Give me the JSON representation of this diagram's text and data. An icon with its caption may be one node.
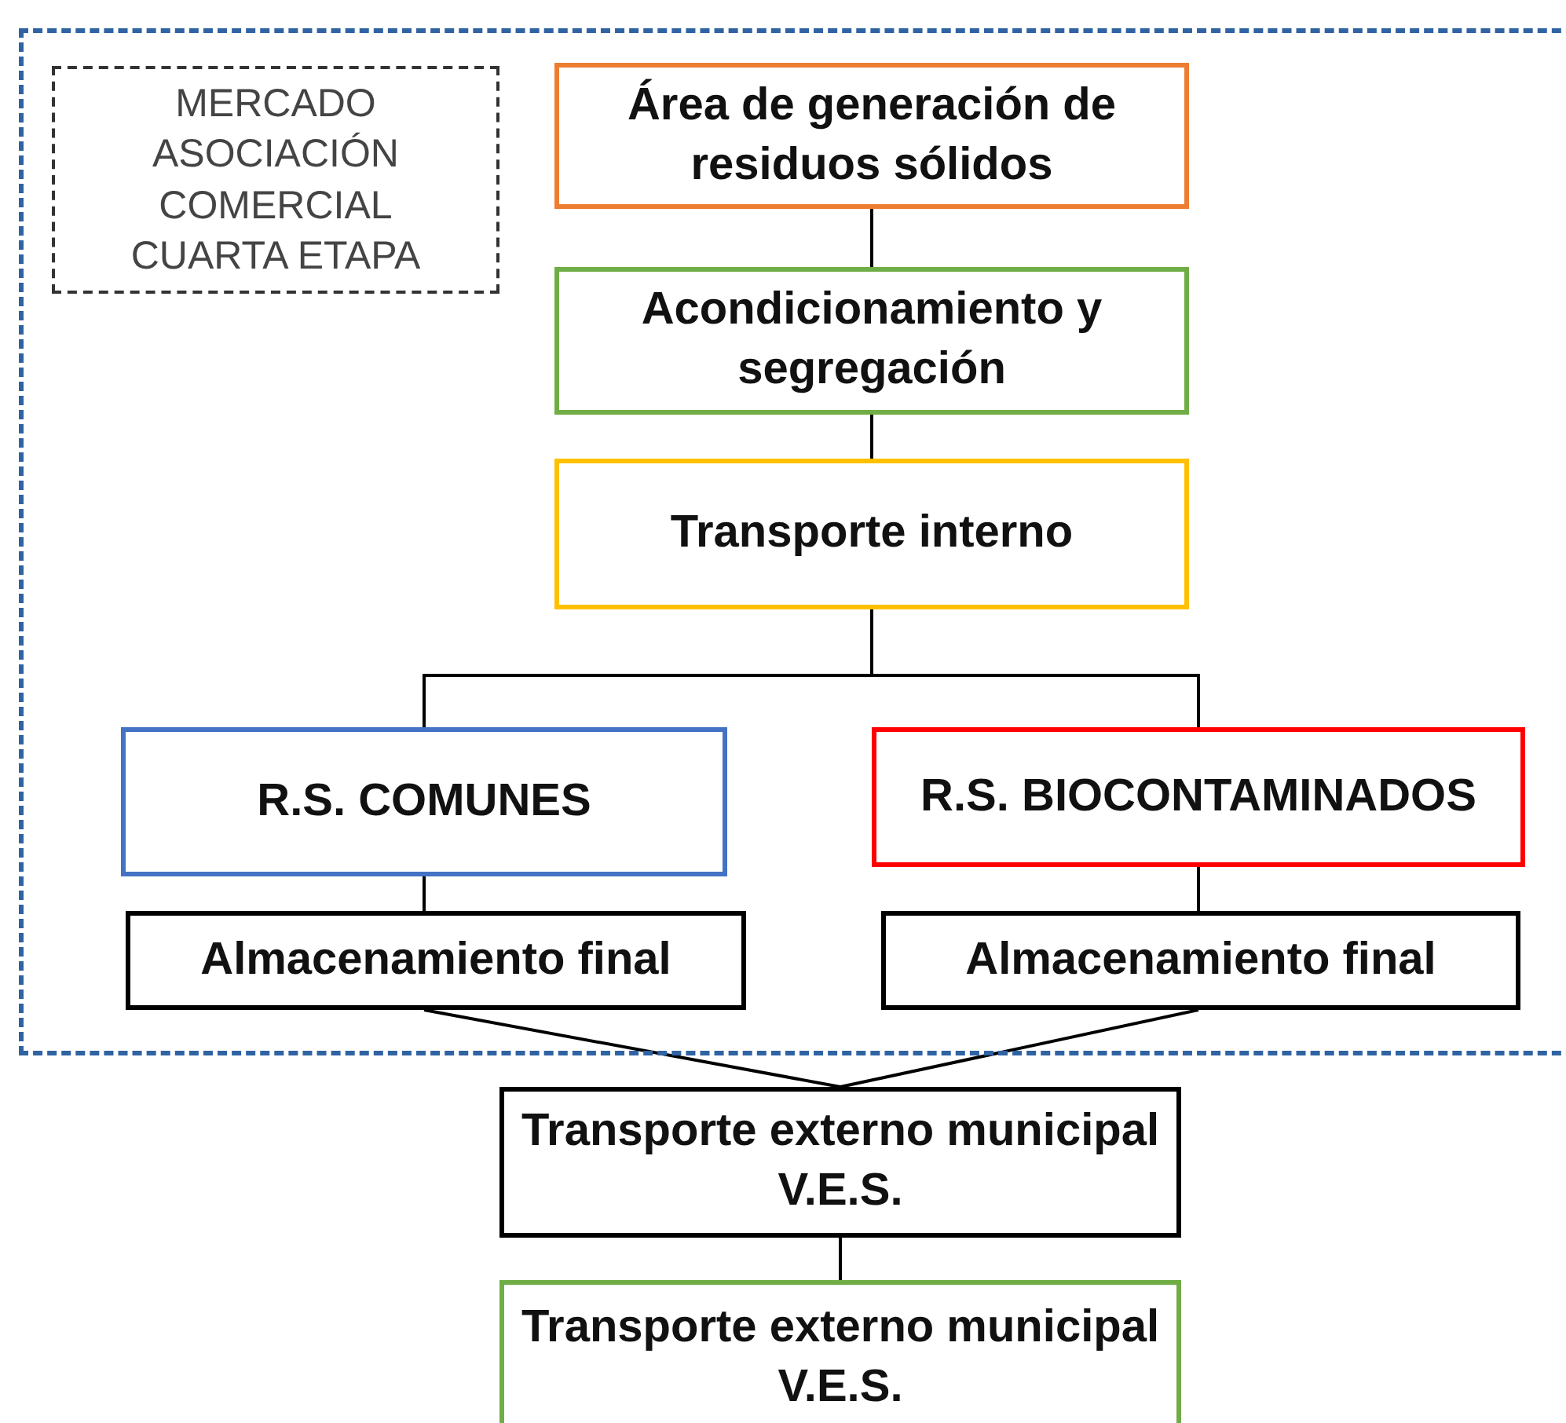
{
  "diagram": {
    "nodes": [
      {
        "text": [],
        "shape": "box"
      },
      {
        "text": [
          "MERCADO ASOCIACIÓN COMERCIAL CUARTA ETAPA"
        ],
        "in": 0
      },
      {
        "text": [
          "Área de generación de residuos sólidos"
        ],
        "in": 0
      },
      {
        "text": [
          "Acondicionamiento y segregación"
        ],
        "in": 0
      },
      {
        "text": [
          "Transporte interno"
        ],
        "in": 0
      },
      {
        "text": [
          "R.S. COMUNES"
        ],
        "in": 0
      },
      {
        "text": [
          "R.S. BIOCONTAMINADOS"
        ],
        "in": 0
      },
      {
        "text": [
          "Almacenamiento final"
        ],
        "in": 0
      },
      {
        "text": [
          "Almacenamiento final"
        ],
        "in": 0
      },
      {
        "text": [
          "Transporte externo municipal V.E.S."
        ]
      },
      {
        "text": [
          "Transporte externo municipal V.E.S."
        ]
      }
    ],
    "edges": [
      {
        "from": 2,
        "to": 3,
        "arrow": "none"
      },
      {
        "from": 3,
        "to": 4,
        "arrow": "none"
      },
      {
        "from": 4,
        "to": 5,
        "arrow": "none"
      },
      {
        "from": 4,
        "to": 6,
        "arrow": "none"
      },
      {
        "from": 5,
        "to": 7,
        "arrow": "none"
      },
      {
        "from": 6,
        "to": 8,
        "arrow": "none"
      },
      {
        "from": 7,
        "to": 9,
        "arrow": "none"
      },
      {
        "from": 8,
        "to": 9,
        "arrow": "none"
      },
      {
        "from": 9,
        "to": 10,
        "arrow": "none"
      }
    ]
  }
}
